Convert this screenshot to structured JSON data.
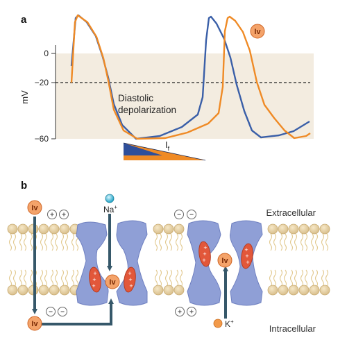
{
  "panel_a": {
    "letter": "a",
    "y_unit": "mV",
    "ticks": [
      "0",
      "−20",
      "−60"
    ],
    "annotation_line1": "Diastolic",
    "annotation_line2": "depolarization",
    "current_label": "I",
    "current_subscript": "f",
    "ivabradine_label": "Iv",
    "colors": {
      "control": "#3a5fa8",
      "ivabradine": "#ef8a25",
      "shade": "#f3ece0"
    }
  },
  "panel_b": {
    "letter": "b",
    "extracellular": "Extracellular",
    "intracellular": "Intracellular",
    "sodium": "Na",
    "potassium": "K",
    "ion_charge": "+",
    "ivabradine_label": "Iv",
    "colors": {
      "channel": "#8f9fd6",
      "sensor": "#e2573a",
      "lipid": "#e8d4a8",
      "arrow": "#36586a"
    }
  }
}
